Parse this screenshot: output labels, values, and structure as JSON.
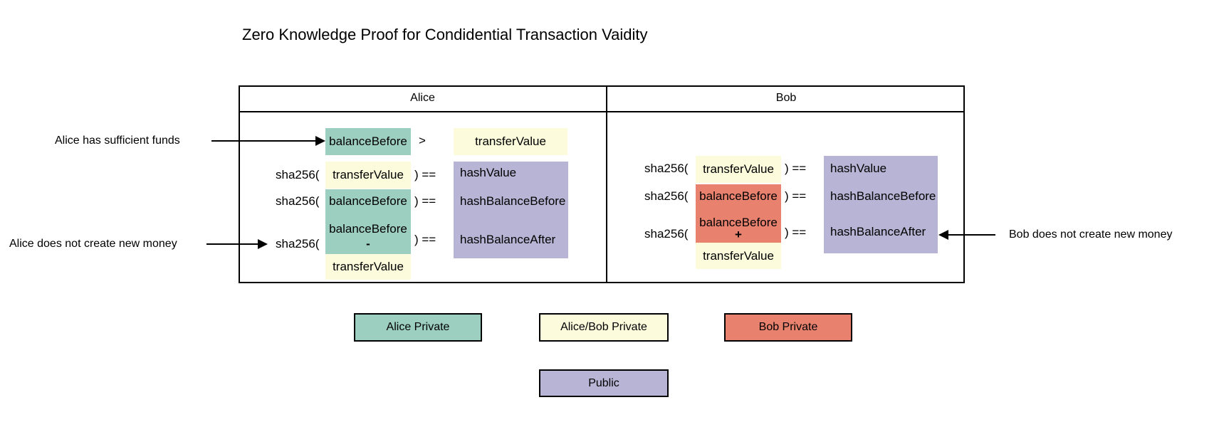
{
  "title": "Zero Knowledge Proof for Condidential Transaction Vaidity",
  "colors": {
    "alice_private": "#9dcfc1",
    "shared_private": "#fcfbdc",
    "bob_private": "#e8826e",
    "public": "#b8b4d5"
  },
  "panels": {
    "alice": {
      "header": "Alice",
      "funds_check": {
        "lhs": "balanceBefore",
        "op": ">",
        "rhs": "transferValue"
      },
      "sha_open": "sha256(",
      "sha_close": ") ==",
      "args": {
        "eq1": "transferValue",
        "eq2": "balanceBefore",
        "eq3a": "balanceBefore",
        "eq3op": "-",
        "eq3b": "transferValue"
      },
      "hashes": {
        "h1": "hashValue",
        "h2": "hashBalanceBefore",
        "h3": "hashBalanceAfter"
      }
    },
    "bob": {
      "header": "Bob",
      "sha_open": "sha256(",
      "sha_close": ") ==",
      "args": {
        "eq1": "transferValue",
        "eq2": "balanceBefore",
        "eq3a": "balanceBefore",
        "eq3op": "+",
        "eq3b": "transferValue"
      },
      "hashes": {
        "h1": "hashValue",
        "h2": "hashBalanceBefore",
        "h3": "hashBalanceAfter"
      }
    }
  },
  "annotations": {
    "alice_funds": "Alice has sufficient funds",
    "alice_money": "Alice does not create new money",
    "bob_money": "Bob does not create new money"
  },
  "legend": {
    "alice_private": "Alice Private",
    "shared_private": "Alice/Bob Private",
    "bob_private": "Bob Private",
    "public": "Public"
  }
}
